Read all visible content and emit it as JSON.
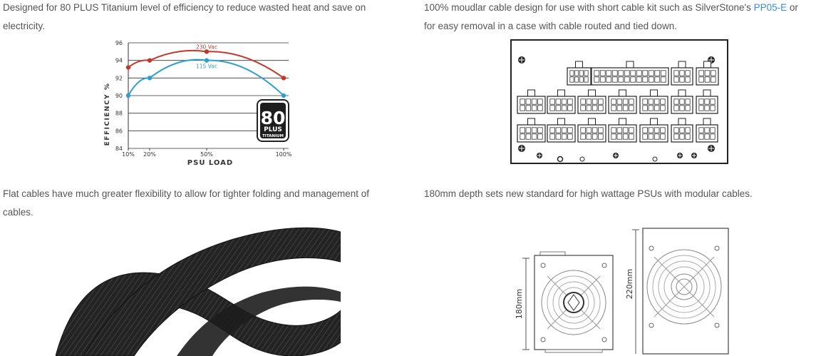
{
  "features": [
    {
      "line1": "Designed for 80 PLUS Titanium level of efficiency to reduce wasted heat and save on",
      "line2": "electricity."
    },
    {
      "line1_a": "100% moudlar cable design for use with short cable kit such as SilverStone's ",
      "link": "PP05-E",
      "line1_b": " or",
      "line2": "for easy removal in a case with cable routed and tied down."
    },
    {
      "line1": "Flat cables have much greater flexibility to allow for tighter folding and management of",
      "line2": "cables."
    },
    {
      "line1": "180mm depth sets new standard for high wattage PSUs with modular cables."
    }
  ],
  "badge": {
    "number": "80",
    "plus": "PLUS",
    "level": "TITANIUM"
  },
  "chart_data": {
    "type": "line",
    "xlabel": "PSU LOAD",
    "ylabel": "EFFICIENCY %",
    "x_ticks": [
      "10%",
      "20%",
      "50%",
      "100%"
    ],
    "y_ticks": [
      "84",
      "86",
      "88",
      "90",
      "92",
      "94",
      "96"
    ],
    "ylim": [
      84,
      96
    ],
    "grid": true,
    "series": [
      {
        "name": "230 Vac",
        "color": "#c0392b",
        "x": [
          10,
          20,
          50,
          100
        ],
        "y": [
          93.2,
          94,
          95,
          92
        ]
      },
      {
        "name": "115 Vac",
        "color": "#2e9fd0",
        "x": [
          10,
          20,
          50,
          100
        ],
        "y": [
          90,
          92,
          94,
          90
        ]
      }
    ]
  },
  "dimensions": {
    "depth_small": "180mm",
    "depth_large": "220mm"
  }
}
